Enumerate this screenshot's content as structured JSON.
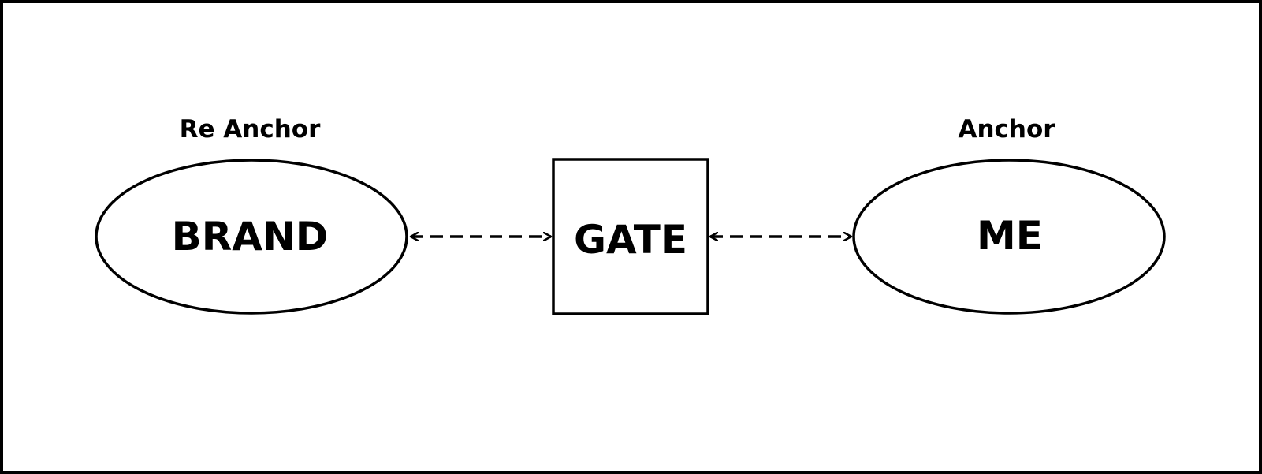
{
  "diagram": {
    "nodes": [
      {
        "id": "brand",
        "shape": "ellipse",
        "label": "BRAND",
        "caption": "Re Anchor"
      },
      {
        "id": "gate",
        "shape": "rect",
        "label": "GATE",
        "caption": ""
      },
      {
        "id": "me",
        "shape": "ellipse",
        "label": "ME",
        "caption": "Anchor"
      }
    ],
    "edges": [
      {
        "from": "brand",
        "to": "gate",
        "style": "dashed",
        "direction": "both"
      },
      {
        "from": "gate",
        "to": "me",
        "style": "dashed",
        "direction": "both"
      }
    ],
    "colors": {
      "stroke": "#000000",
      "background": "#ffffff"
    }
  }
}
